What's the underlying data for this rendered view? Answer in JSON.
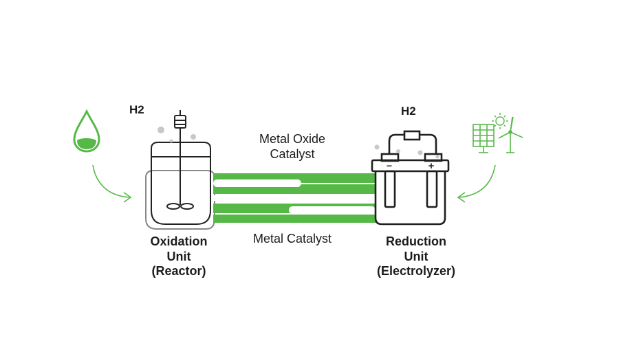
{
  "labels": {
    "reactor_h2": "H2",
    "electrolyzer_h2": "H2",
    "metal_oxide_catalyst": [
      "Metal Oxide",
      "Catalyst"
    ],
    "metal_catalyst": "Metal Catalyst",
    "oxidation_unit": [
      "Oxidation",
      "Unit",
      "(Reactor)"
    ],
    "reduction_unit": [
      "Reduction",
      "Unit",
      "(Electrolyzer)"
    ],
    "battery_minus": "−",
    "battery_plus": "+"
  },
  "colors": {
    "green": "#56b947",
    "dark_green": "#3fa535",
    "line": "#1f1f1f",
    "bubble": "#c8c8c8"
  },
  "icons": [
    "water-drop-icon",
    "solar-panel-icon",
    "sun-icon",
    "wind-turbine-icon",
    "reactor-vessel-icon",
    "battery-icon"
  ]
}
